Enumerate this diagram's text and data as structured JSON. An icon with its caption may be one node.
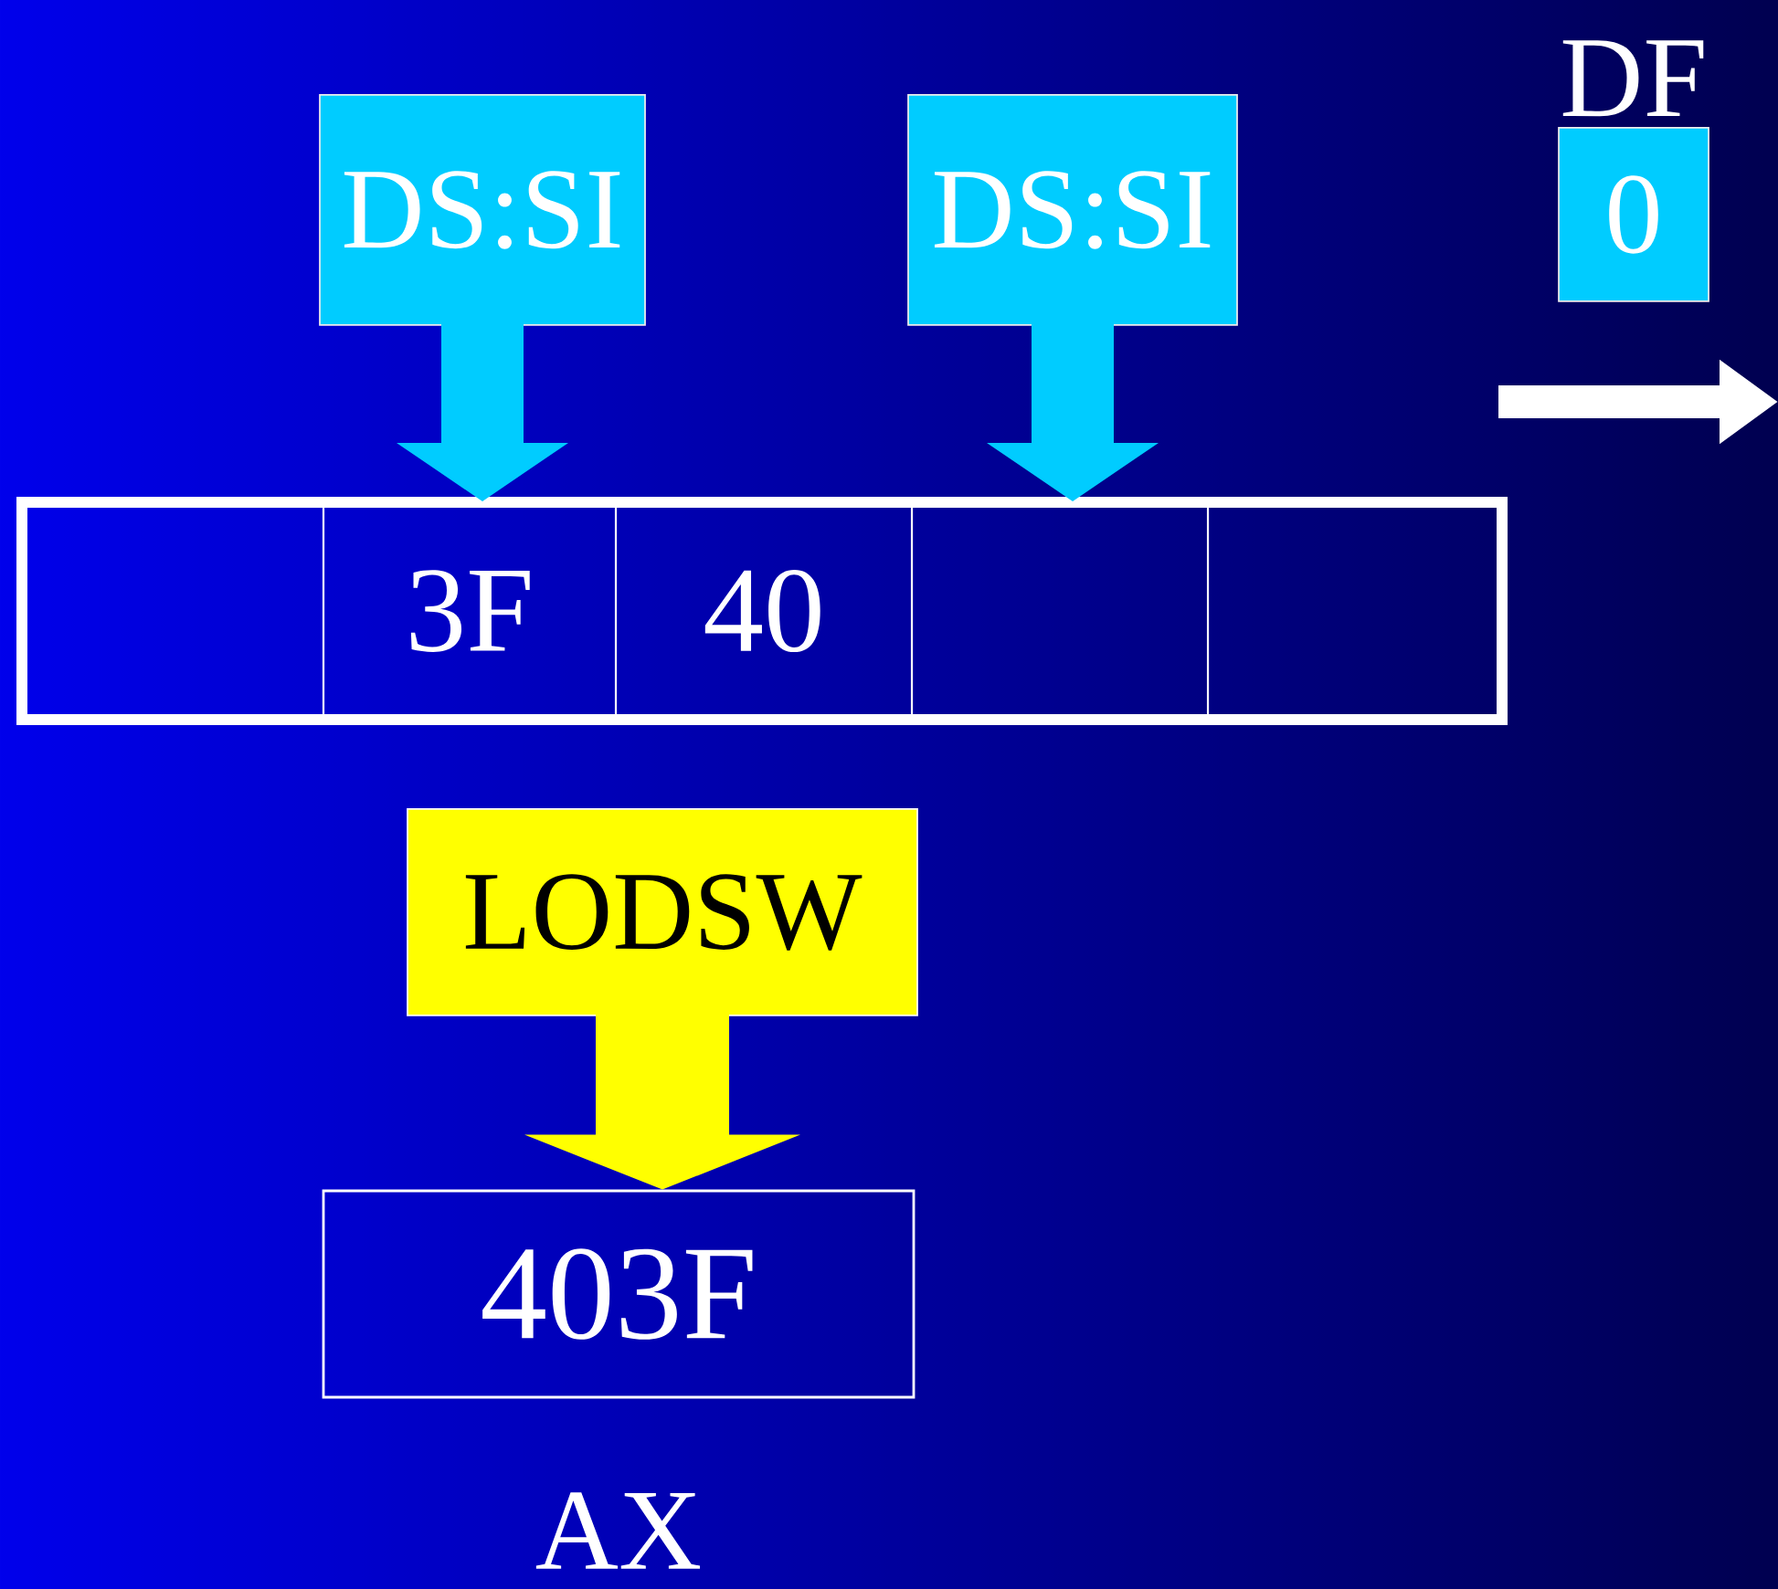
{
  "diagram": {
    "nodes": [
      {
        "text": [
          "DS:SI"
        ]
      },
      {
        "text": [
          "DS:SI"
        ]
      },
      {
        "text": [
          "DF",
          "0"
        ]
      },
      {
        "text": [],
        "shape": "box"
      },
      {
        "text": [],
        "shape": "box",
        "in": 3
      },
      {
        "text": [
          "3F"
        ],
        "in": 3
      },
      {
        "text": [
          "40"
        ],
        "in": 3
      },
      {
        "text": [],
        "shape": "box",
        "in": 3
      },
      {
        "text": [],
        "shape": "box",
        "in": 3
      },
      {
        "text": [
          "LODSW"
        ]
      },
      {
        "text": [
          "403F"
        ],
        "beside": [
          "AX"
        ]
      }
    ],
    "edges": [
      {
        "from": 0,
        "to": 5,
        "arrow": "to",
        "color": "#00ccff"
      },
      {
        "from": 1,
        "to": 7,
        "arrow": "to",
        "color": "#00ccff"
      },
      {
        "from": 9,
        "to": 10,
        "arrow": "to",
        "color": "#ffff00"
      }
    ]
  }
}
